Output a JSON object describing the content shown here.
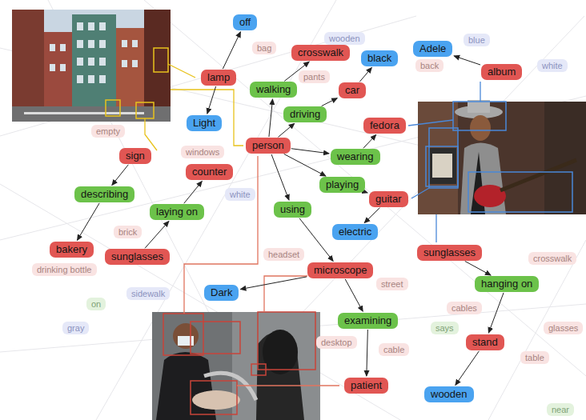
{
  "diagram": {
    "nodes": [
      {
        "text": [
          "off"
        ]
      },
      {
        "text": [
          "Adele"
        ]
      },
      {
        "text": [
          "black"
        ]
      },
      {
        "text": [
          "album"
        ]
      },
      {
        "text": [
          "crosswalk"
        ]
      },
      {
        "text": [
          "lamp"
        ]
      },
      {
        "text": [
          "walking"
        ]
      },
      {
        "text": [
          "car"
        ]
      },
      {
        "text": [
          "driving"
        ]
      },
      {
        "text": [
          "Light"
        ]
      },
      {
        "text": [
          "fedora"
        ]
      },
      {
        "text": [
          "person"
        ]
      },
      {
        "text": [
          "wearing"
        ]
      },
      {
        "text": [
          "sign"
        ]
      },
      {
        "text": [
          "counter"
        ]
      },
      {
        "text": [
          "playing"
        ]
      },
      {
        "text": [
          "guitar"
        ]
      },
      {
        "text": [
          "describing"
        ]
      },
      {
        "text": [
          "using"
        ]
      },
      {
        "text": [
          "laying on"
        ]
      },
      {
        "text": [
          "electric"
        ]
      },
      {
        "text": [
          "bakery"
        ]
      },
      {
        "text": [
          "sunglasses"
        ]
      },
      {
        "text": [
          "sunglasses"
        ]
      },
      {
        "text": [
          "microscope"
        ]
      },
      {
        "text": [
          "Dark"
        ]
      },
      {
        "text": [
          "hanging on"
        ]
      },
      {
        "text": [
          "examining"
        ]
      },
      {
        "text": [
          "stand"
        ]
      },
      {
        "text": [
          "patient"
        ]
      },
      {
        "text": [
          "wooden"
        ]
      }
    ],
    "edges": [
      {
        "from": 5,
        "to": 0,
        "arrow": "to"
      },
      {
        "from": 3,
        "to": 1,
        "arrow": "to"
      },
      {
        "from": 7,
        "to": 2,
        "arrow": "to"
      },
      {
        "from": 6,
        "to": 4,
        "arrow": "to"
      },
      {
        "from": 5,
        "to": 9,
        "arrow": "to"
      },
      {
        "from": 11,
        "to": 6,
        "arrow": "to"
      },
      {
        "from": 11,
        "to": 8,
        "arrow": "to"
      },
      {
        "from": 8,
        "to": 7,
        "arrow": "to"
      },
      {
        "from": 11,
        "to": 12,
        "arrow": "to"
      },
      {
        "from": 12,
        "to": 10,
        "arrow": "to"
      },
      {
        "from": 11,
        "to": 15,
        "arrow": "to"
      },
      {
        "from": 15,
        "to": 16,
        "arrow": "to"
      },
      {
        "from": 16,
        "to": 20,
        "arrow": "to"
      },
      {
        "from": 11,
        "to": 18,
        "arrow": "to"
      },
      {
        "from": 18,
        "to": 24,
        "arrow": "to"
      },
      {
        "from": 24,
        "to": 25,
        "arrow": "to"
      },
      {
        "from": 24,
        "to": 27,
        "arrow": "to"
      },
      {
        "from": 27,
        "to": 29,
        "arrow": "to"
      },
      {
        "from": 13,
        "to": 17,
        "arrow": "to"
      },
      {
        "from": 17,
        "to": 21,
        "arrow": "to"
      },
      {
        "from": 22,
        "to": 19,
        "arrow": "to"
      },
      {
        "from": 19,
        "to": 14,
        "arrow": "to"
      },
      {
        "from": 23,
        "to": 26,
        "arrow": "to"
      },
      {
        "from": 26,
        "to": 28,
        "arrow": "to"
      },
      {
        "from": 28,
        "to": 30,
        "arrow": "to"
      }
    ],
    "labels": [
      "bag",
      "wooden",
      "blue",
      "back",
      "white",
      "pants",
      "empty",
      "windows",
      "white",
      "brick",
      "drinking bottle",
      "sidewalk",
      "headset",
      "street",
      "on",
      "gray",
      "says",
      "cables",
      "desktop",
      "cable",
      "glasses",
      "crosswalk",
      "table",
      "near"
    ]
  }
}
